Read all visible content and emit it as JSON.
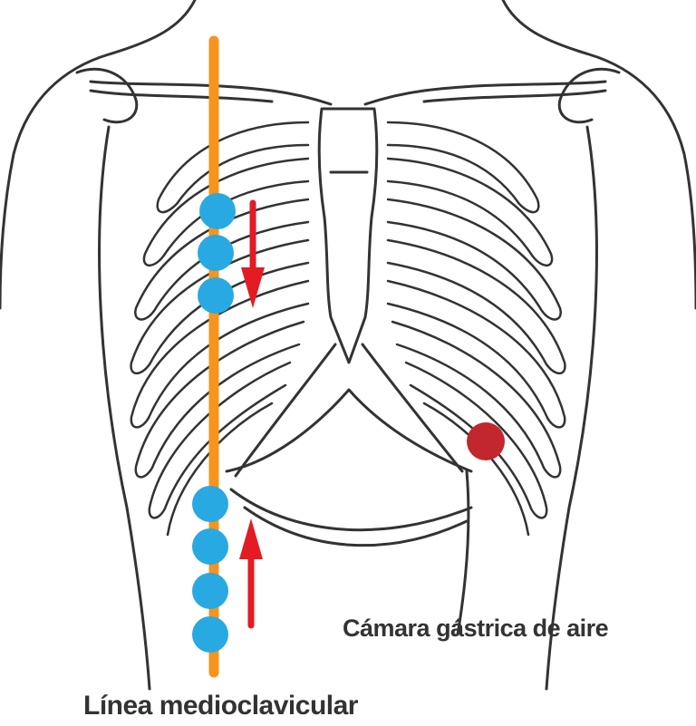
{
  "labels": {
    "gastric_air_bubble": "Cámara gástrica de aire",
    "midclavicular_line": "Línea medioclavicular"
  },
  "colors": {
    "line": "#f7941d",
    "percussion_point": "#29a9e1",
    "arrow": "#e31b23",
    "gastric_marker": "#c1272d",
    "outline": "#333333"
  },
  "upper_percussion_points": 3,
  "lower_percussion_points": 4,
  "arrow_directions": [
    "down",
    "up"
  ]
}
